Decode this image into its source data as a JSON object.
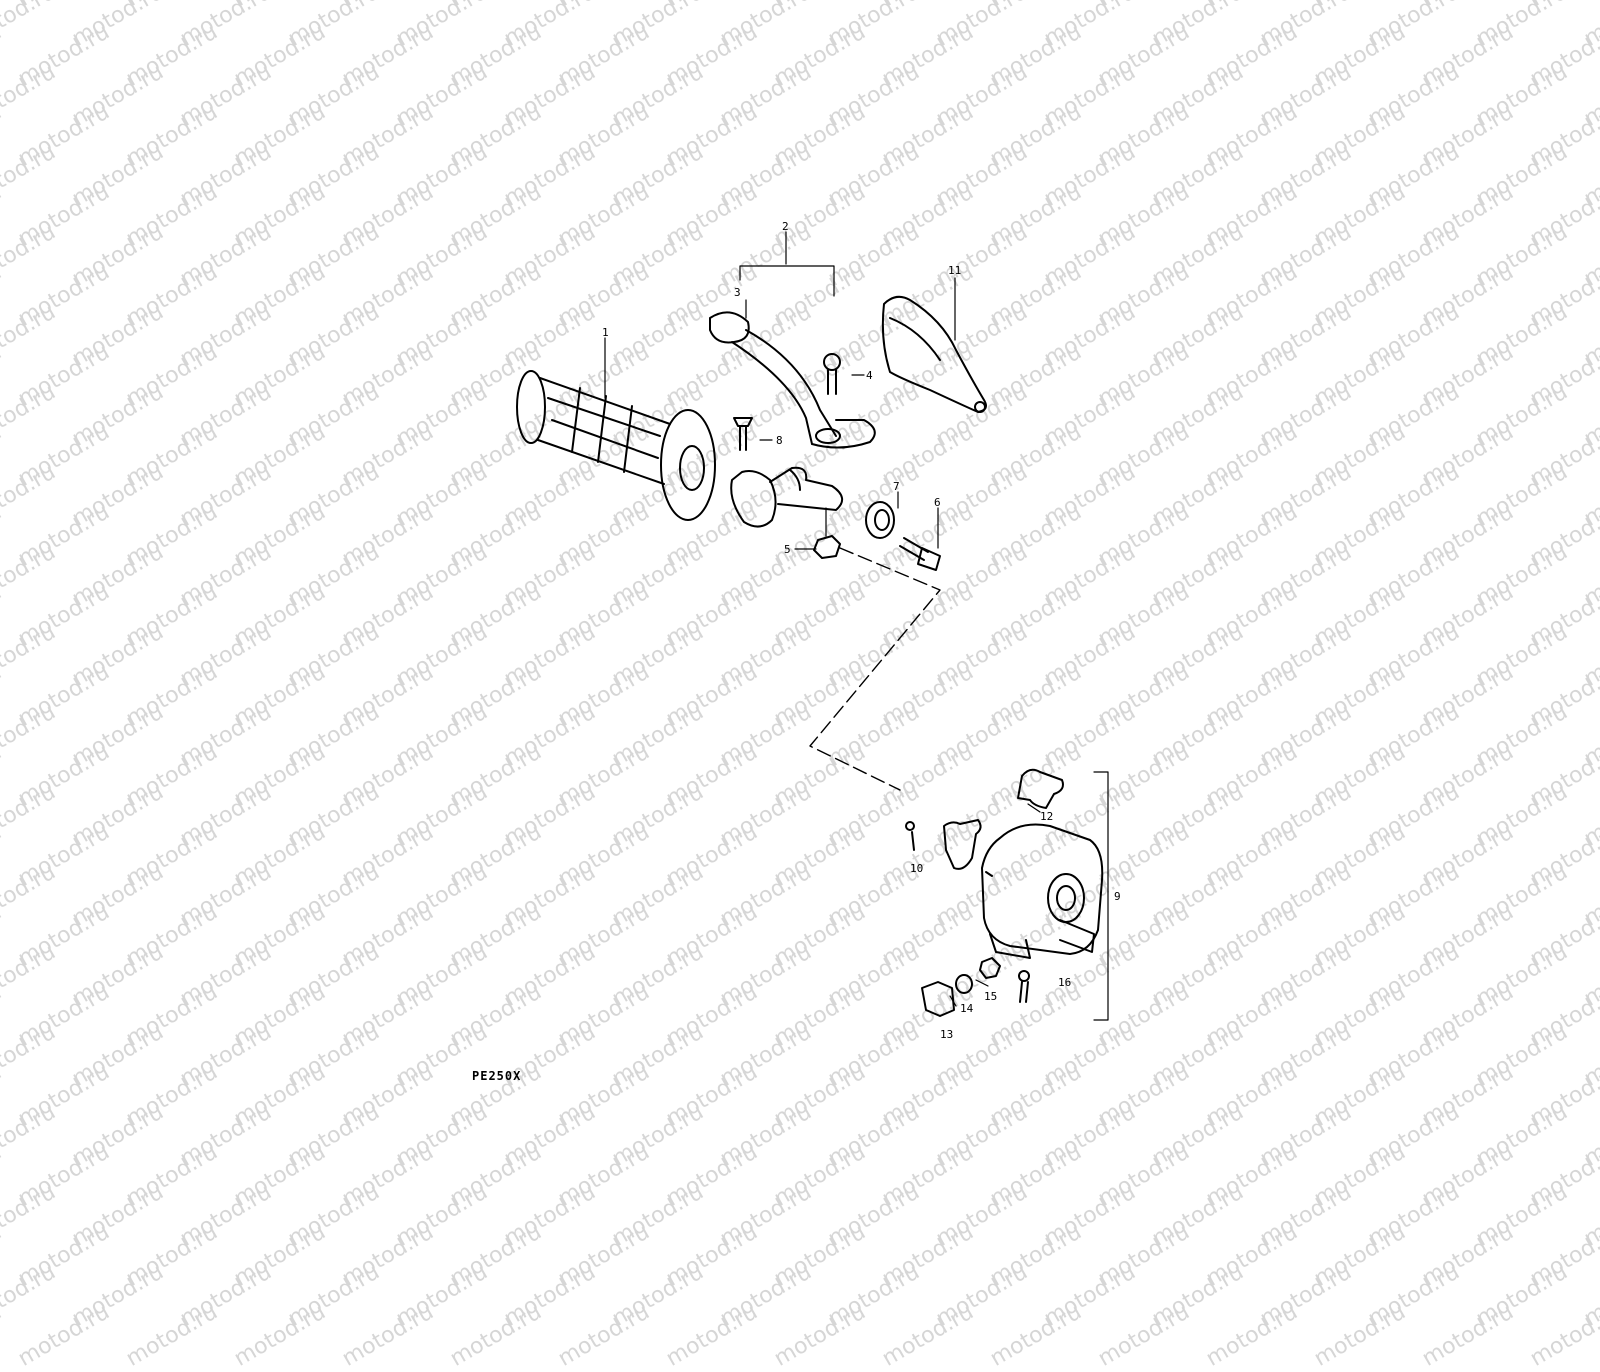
{
  "watermark": {
    "text": "motod.ru",
    "color": "#d6d6d6"
  },
  "diagram": {
    "model_code": "PE250X",
    "callouts": {
      "c1": "1",
      "c2": "2",
      "c3": "3",
      "c4": "4",
      "c5": "5",
      "c6": "6",
      "c7": "7",
      "c8": "8",
      "c9": "9",
      "c10": "10",
      "c11": "11",
      "c12": "12",
      "c13": "13",
      "c14": "14",
      "c15": "15",
      "c16": "16"
    }
  }
}
